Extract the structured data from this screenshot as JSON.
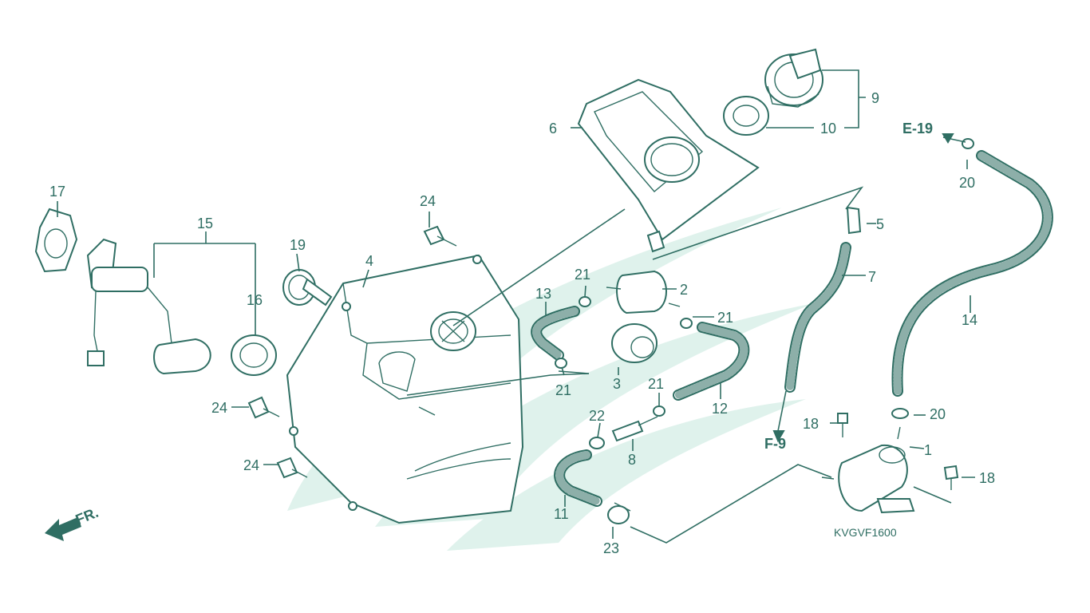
{
  "diagram_code": "KVGVF1600",
  "direction_label": "FR.",
  "refs": {
    "e19": "E-19",
    "f9": "F-9"
  },
  "parts": {
    "p1": "1",
    "p2": "2",
    "p3": "3",
    "p4": "4",
    "p5": "5",
    "p6": "6",
    "p7": "7",
    "p8": "8",
    "p9": "9",
    "p10": "10",
    "p11": "11",
    "p12": "12",
    "p13": "13",
    "p14": "14",
    "p15": "15",
    "p16": "16",
    "p17": "17",
    "p18": "18",
    "p19": "19",
    "p20": "20",
    "p21": "21",
    "p22": "22",
    "p23": "23",
    "p24": "24"
  },
  "colors": {
    "line": "#2f6e63",
    "watermark": "#dff2ec",
    "background": "#ffffff"
  }
}
